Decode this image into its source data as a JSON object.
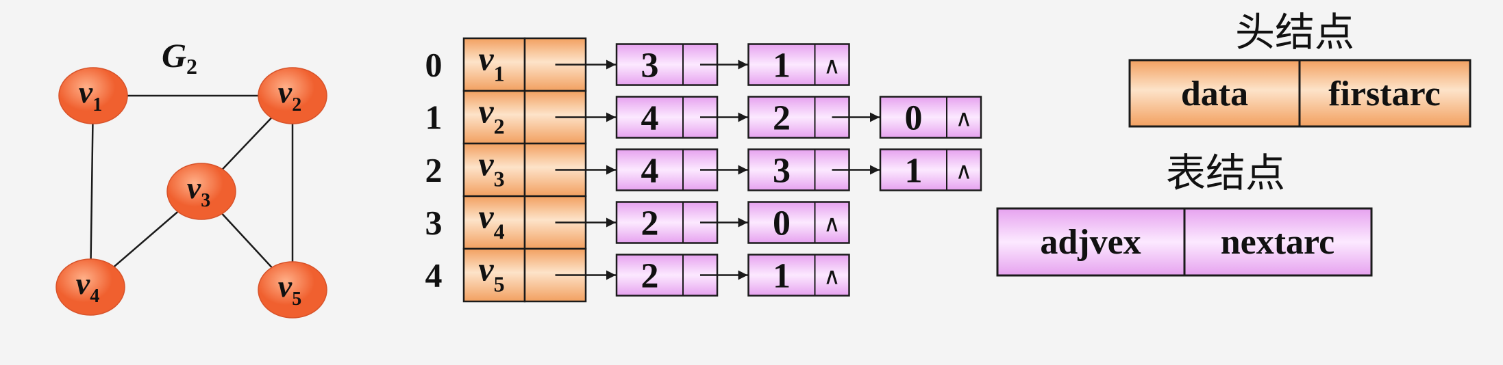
{
  "graph": {
    "title": "G",
    "title_sub": "2",
    "nodes": [
      {
        "label": "v",
        "sub": "1"
      },
      {
        "label": "v",
        "sub": "2"
      },
      {
        "label": "v",
        "sub": "3"
      },
      {
        "label": "v",
        "sub": "4"
      },
      {
        "label": "v",
        "sub": "5"
      }
    ],
    "edges": [
      [
        0,
        1
      ],
      [
        0,
        3
      ],
      [
        1,
        2
      ],
      [
        1,
        4
      ],
      [
        2,
        3
      ],
      [
        2,
        4
      ]
    ]
  },
  "adjacency_list": {
    "null_symbol": "∧",
    "rows": [
      {
        "index": "0",
        "vertex": "v",
        "sub": "1",
        "arcs": [
          "3",
          "1"
        ]
      },
      {
        "index": "1",
        "vertex": "v",
        "sub": "2",
        "arcs": [
          "4",
          "2",
          "0"
        ]
      },
      {
        "index": "2",
        "vertex": "v",
        "sub": "3",
        "arcs": [
          "4",
          "3",
          "1"
        ]
      },
      {
        "index": "3",
        "vertex": "v",
        "sub": "4",
        "arcs": [
          "2",
          "0"
        ]
      },
      {
        "index": "4",
        "vertex": "v",
        "sub": "5",
        "arcs": [
          "2",
          "1"
        ]
      }
    ]
  },
  "legend": {
    "head_node": {
      "title": "头结点",
      "fields": [
        "data",
        "firstarc"
      ]
    },
    "arc_node": {
      "title": "表结点",
      "fields": [
        "adjvex",
        "nextarc"
      ]
    }
  },
  "colors": {
    "background": "#f4f4f4",
    "vertex_fill": "#f0602f",
    "vertex_highlight": "#ffb089",
    "vertex_stroke": "#d8532a",
    "head_fill_dark": "#f2a060",
    "head_fill_light": "#fde3c9",
    "arc_fill_dark": "#e6a2ef",
    "arc_fill_light": "#fce9ff",
    "outline": "#1a1a1a",
    "text": "#111111"
  }
}
